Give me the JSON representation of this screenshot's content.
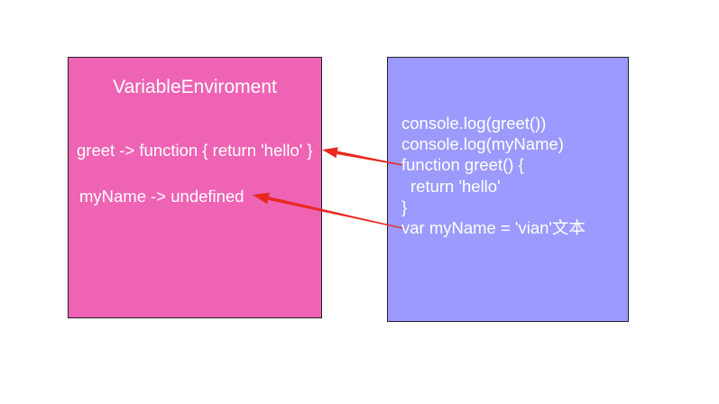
{
  "diagram": {
    "variable_environment": {
      "title": "VariableEnviroment",
      "entries": [
        "greet -> function { return 'hello' }",
        "myName -> undefined"
      ]
    },
    "code": {
      "lines": [
        "console.log(greet())",
        "console.log(myName)",
        "function greet() {",
        "return 'hello'",
        "}",
        "var myName = 'vian'文本"
      ]
    },
    "colors": {
      "background": "#FFFFFF",
      "env_box": "#EF63B4",
      "code_box": "#9C9AFE",
      "box_border": "#222222",
      "text": "#FFFFFF",
      "arrow": "#E8281F"
    }
  }
}
